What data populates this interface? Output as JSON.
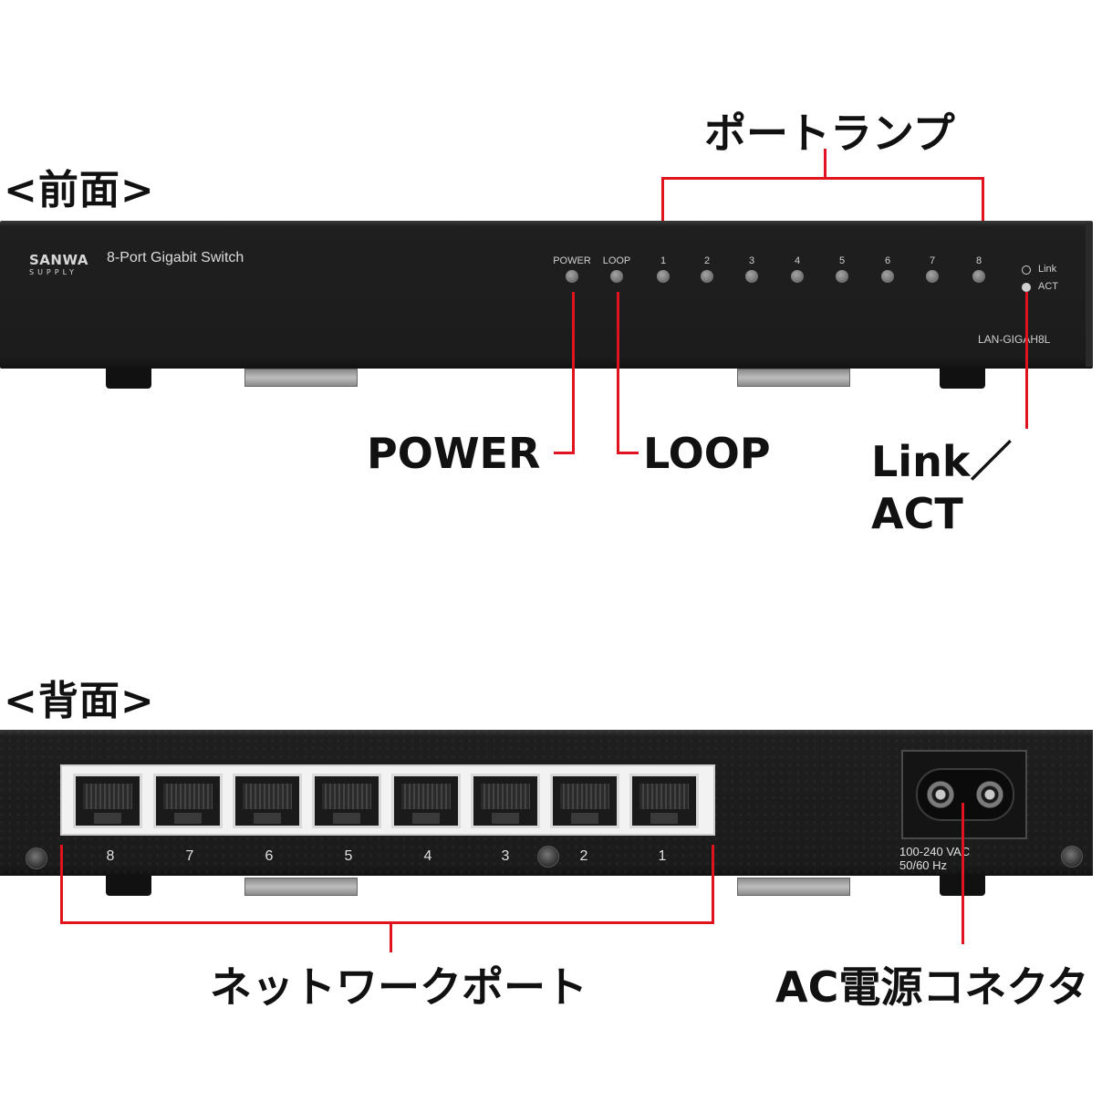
{
  "front": {
    "section_title": "<前面>",
    "brand_line1": "SANWA",
    "brand_line2": "SUPPLY",
    "product_name": "8-Port Gigabit Switch",
    "led_labels": [
      "POWER",
      "LOOP",
      "1",
      "2",
      "3",
      "4",
      "5",
      "6",
      "7",
      "8"
    ],
    "legend_link": "Link",
    "legend_act": "ACT",
    "model": "LAN-GIGAH8L",
    "callouts": {
      "port_lamp": "ポートランプ",
      "power": "POWER",
      "loop": "LOOP",
      "link_act": "Link／ACT"
    }
  },
  "rear": {
    "section_title": "<背面>",
    "port_numbers": [
      "8",
      "7",
      "6",
      "5",
      "4",
      "3",
      "2",
      "1"
    ],
    "ac_rating_line1": "100-240 VAC",
    "ac_rating_line2": "50/60 Hz",
    "callouts": {
      "network_port": "ネットワークポート",
      "ac_connector": "AC電源コネクタ"
    }
  },
  "colors": {
    "callout_line": "#e0141e",
    "device_body": "#1c1c1c",
    "background": "#ffffff"
  }
}
